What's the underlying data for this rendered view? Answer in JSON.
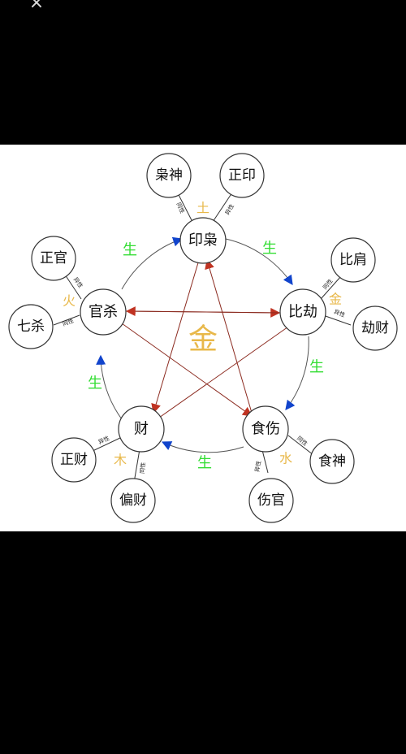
{
  "top_bar": {
    "close_icon": "close-icon",
    "close_glyph": "×"
  },
  "colors": {
    "sheng_green": "#33dd33",
    "element_gold": "#e8b84a",
    "arrow_blue": "#1144cc",
    "arrow_red": "#c03322"
  },
  "diagram": {
    "center_element": "金",
    "main_nodes": {
      "yin_xiao": "印枭",
      "bi_jie": "比劫",
      "shi_shang": "食伤",
      "cai": "财",
      "guan_sha": "官杀"
    },
    "side_nodes": {
      "xiao_shen": "枭神",
      "zheng_yin": "正印",
      "bi_jian": "比肩",
      "jie_cai": "劫财",
      "shi_shen": "食神",
      "shang_guan": "伤官",
      "zheng_cai": "正财",
      "pian_cai": "偏财",
      "zheng_guan": "正官",
      "qi_sha": "七杀"
    },
    "element_labels": {
      "earth": "土",
      "metal": "金",
      "water": "水",
      "wood": "木",
      "fire": "火"
    },
    "sheng_label": "生",
    "same_gender": "同性",
    "diff_gender": "异性"
  }
}
